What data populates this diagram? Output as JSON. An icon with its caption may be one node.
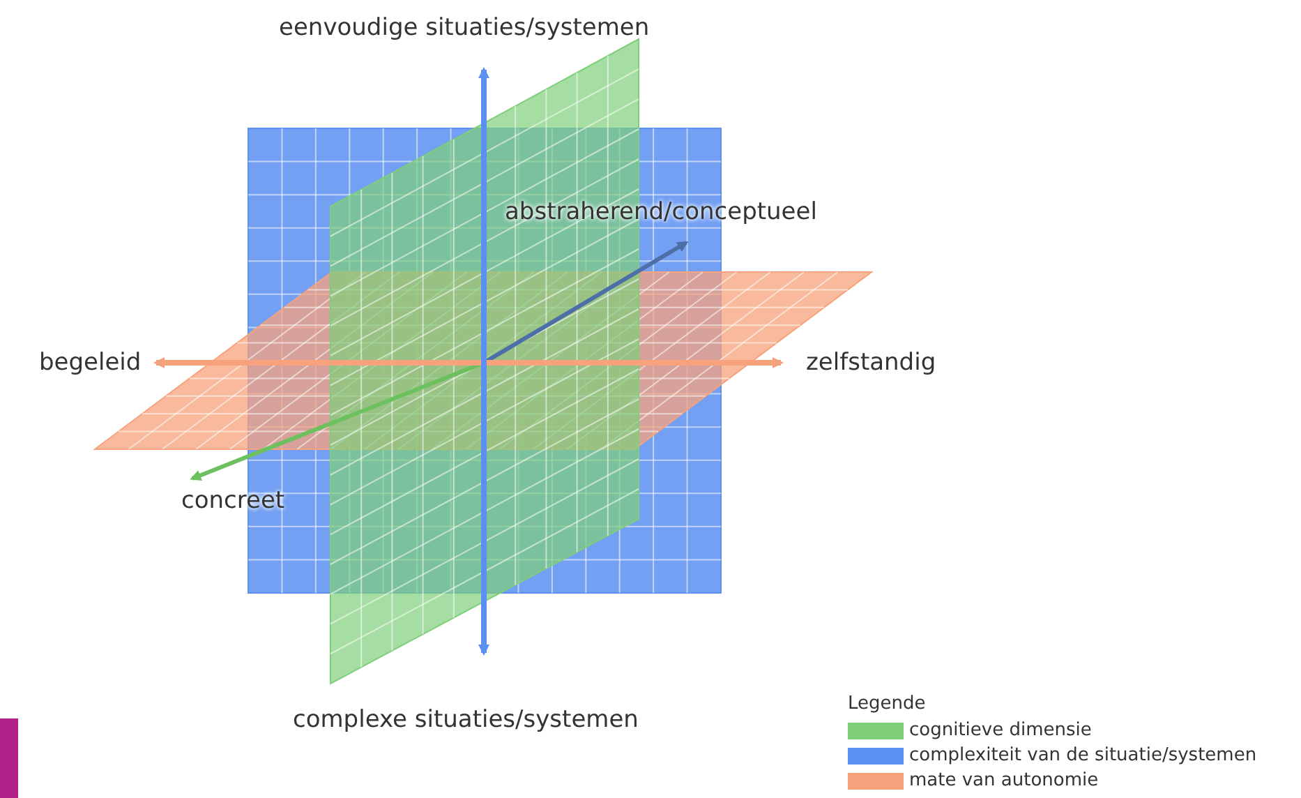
{
  "diagram": {
    "labels": [
      "eenvoudige situaties/systemen",
      "abstraherend/conceptueel",
      "begeleid",
      "zelfstandig",
      "concreet",
      "complexe situaties/systemen",
      "Legende"
    ],
    "legend": [
      {
        "text": "cognitieve dimensie",
        "color": "#7fcf7a"
      },
      {
        "text": "complexiteit van de situatie/systemen",
        "color": "#5b8ff0"
      },
      {
        "text": "mate van autonomie",
        "color": "#f7a27c"
      }
    ]
  }
}
